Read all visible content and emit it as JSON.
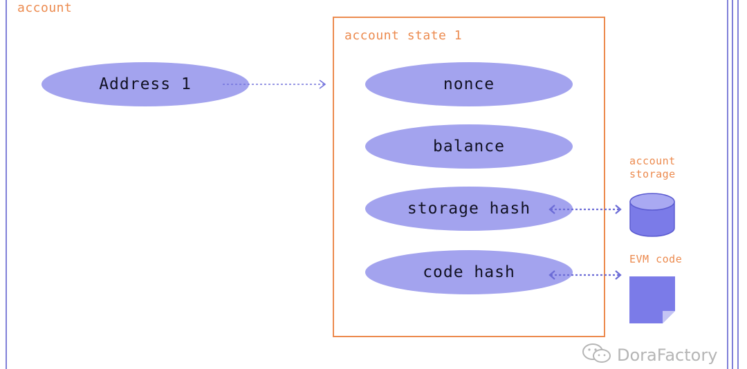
{
  "account": {
    "label": "account"
  },
  "address": {
    "label": "Address 1"
  },
  "state": {
    "label": "account state 1",
    "fields": {
      "nonce": "nonce",
      "balance": "balance",
      "storage_hash": "storage hash",
      "code_hash": "code hash"
    }
  },
  "storage": {
    "label": "account storage",
    "icon": "database-cylinder-icon"
  },
  "evm": {
    "label": "EVM code",
    "icon": "document-icon"
  },
  "watermark": {
    "text": "DoraFactory",
    "icon": "wechat-icon"
  },
  "colors": {
    "orange": "#ec8a4e",
    "ellipse": "#a3a3ee",
    "arrow": "#6b6bd6",
    "icon": "#7b7be8",
    "frame": "#7f7fd8"
  }
}
